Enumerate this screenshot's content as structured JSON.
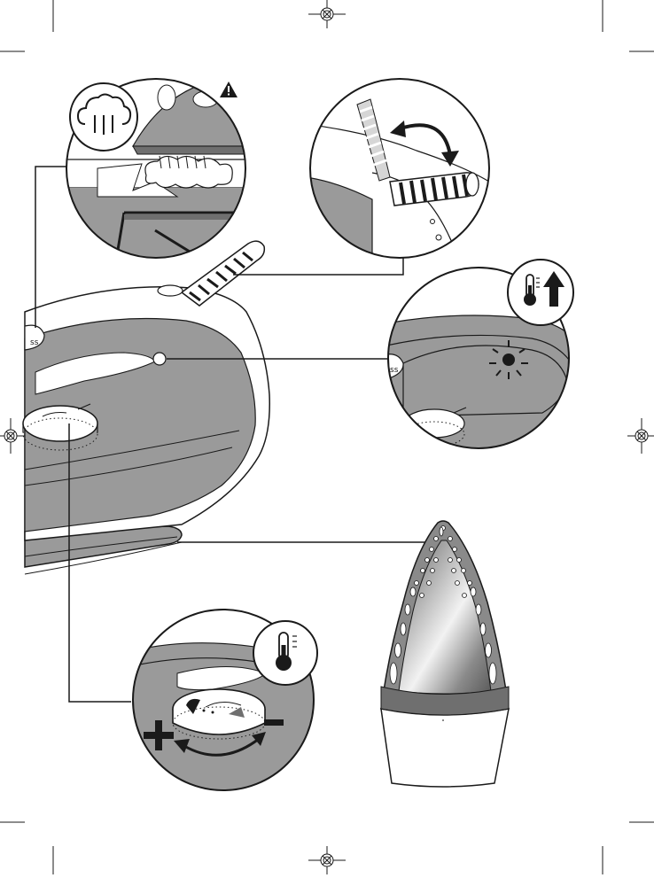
{
  "page": {
    "background": "#ffffff"
  },
  "colors": {
    "line": "#1a1a1a",
    "body_gray": "#9a9a9a",
    "dark_gray": "#6f6f6f",
    "light_gray": "#d6d6d6",
    "white": "#ffffff"
  },
  "icons": {
    "steam": "steam-cloud-icon",
    "warning": "warning-triangle-icon",
    "thermometer": "thermometer-icon",
    "temperature_up": "temperature-up-arrow-icon",
    "registration_mark": "registration-mark-icon",
    "plus": "plus-icon",
    "minus": "minus-icon"
  },
  "callouts": [
    "steam-ironing-detail",
    "cord-swivel-detail",
    "thermostat-light-detail",
    "temperature-dial-detail",
    "soleplate-view"
  ]
}
